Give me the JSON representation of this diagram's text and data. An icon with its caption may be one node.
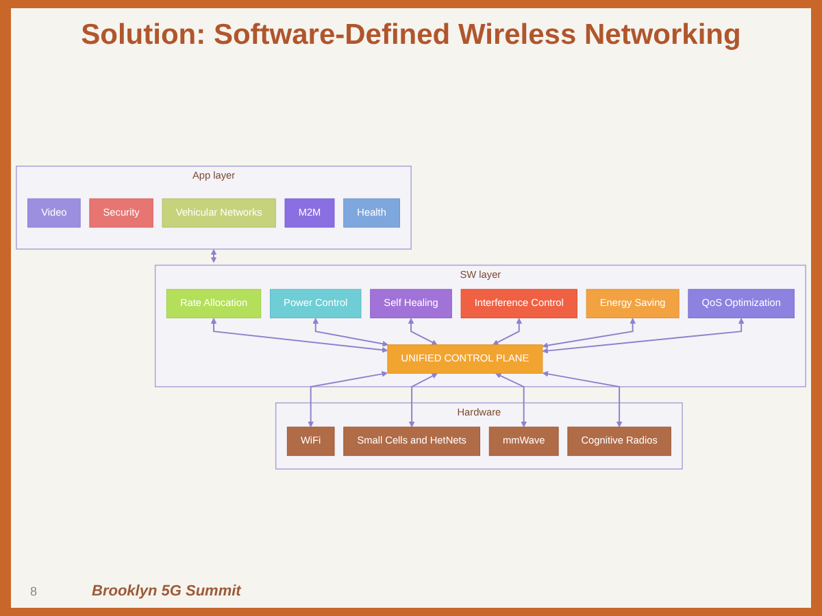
{
  "diagram": {
    "title": "Solution: Software-Defined Wireless Networking",
    "nodes": [
      {
        "text": [
          "App layer"
        ]
      },
      {
        "text": [
          "Video"
        ],
        "in": 0
      },
      {
        "text": [
          "Security"
        ],
        "in": 0
      },
      {
        "text": [
          "Vehicular Networks"
        ],
        "in": 0
      },
      {
        "text": [
          "M2M"
        ],
        "in": 0
      },
      {
        "text": [
          "Health"
        ],
        "in": 0
      },
      {
        "text": [
          "SW layer"
        ]
      },
      {
        "text": [
          "Rate Allocation"
        ],
        "in": 6
      },
      {
        "text": [
          "Power Control"
        ],
        "in": 6
      },
      {
        "text": [
          "Self Healing"
        ],
        "in": 6
      },
      {
        "text": [
          "Interference Control"
        ],
        "in": 6
      },
      {
        "text": [
          "Energy Saving"
        ],
        "in": 6
      },
      {
        "text": [
          "QoS Optimization"
        ],
        "in": 6
      },
      {
        "text": [
          "UNIFIED CONTROL PLANE"
        ],
        "in": 6
      },
      {
        "text": [
          "Hardware"
        ]
      },
      {
        "text": [
          "WiFi"
        ],
        "in": 14
      },
      {
        "text": [
          "Small Cells and HetNets"
        ],
        "in": 14
      },
      {
        "text": [
          "mmWave"
        ],
        "in": 14
      },
      {
        "text": [
          "Cognitive Radios"
        ],
        "in": 14
      }
    ],
    "edges": [
      {
        "from": 0,
        "to": 6,
        "arrow": "both"
      },
      {
        "from": 7,
        "to": 13,
        "arrow": "both"
      },
      {
        "from": 8,
        "to": 13,
        "arrow": "both"
      },
      {
        "from": 9,
        "to": 13,
        "arrow": "both"
      },
      {
        "from": 10,
        "to": 13,
        "arrow": "both"
      },
      {
        "from": 11,
        "to": 13,
        "arrow": "both"
      },
      {
        "from": 12,
        "to": 13,
        "arrow": "both"
      },
      {
        "from": 13,
        "to": 15,
        "arrow": "both"
      },
      {
        "from": 13,
        "to": 16,
        "arrow": "both"
      },
      {
        "from": 13,
        "to": 17,
        "arrow": "both"
      },
      {
        "from": 13,
        "to": 18,
        "arrow": "both"
      }
    ],
    "labels": [
      "8",
      "Brooklyn 5G Summit"
    ]
  }
}
